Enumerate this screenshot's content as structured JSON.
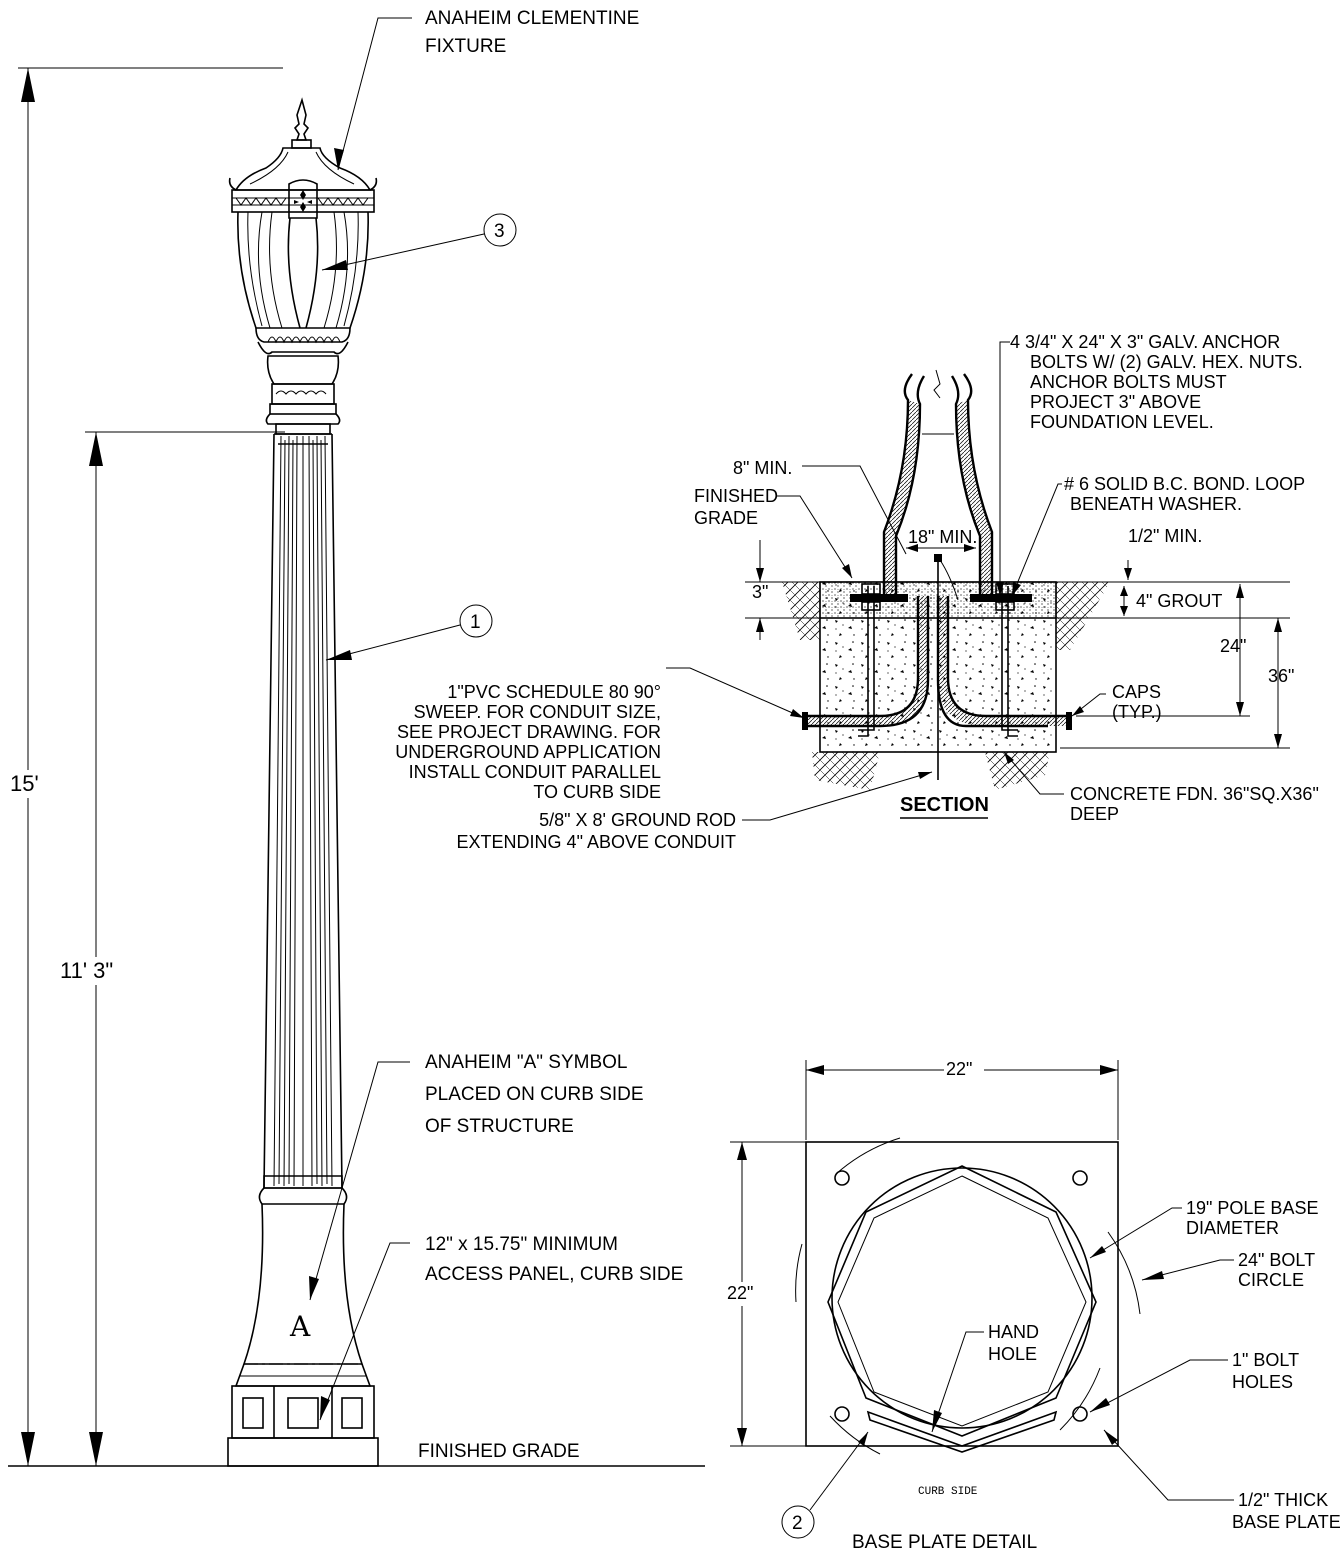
{
  "pole_elevation": {
    "fixture_label_1": "ANAHEIM CLEMENTINE",
    "fixture_label_2": "FIXTURE",
    "callout_1": "1",
    "callout_3": "3",
    "dim_overall": "15'",
    "dim_shaft": "11' 3\"",
    "symbol_label_1": "ANAHEIM \"A\" SYMBOL",
    "symbol_label_2": "PLACED ON CURB SIDE",
    "symbol_label_3": "OF STRUCTURE",
    "symbol_glyph": "A",
    "panel_label_1": "12\" x 15.75\" MINIMUM",
    "panel_label_2": "ACCESS PANEL, CURB SIDE",
    "finished_grade": "FINISHED GRADE"
  },
  "section": {
    "title": "SECTION",
    "anchor_note": [
      "4 3/4\" X 24\" X 3\" GALV. ANCHOR",
      "BOLTS W/ (2) GALV. HEX. NUTS.",
      "ANCHOR BOLTS MUST",
      "PROJECT 3\" ABOVE",
      "FOUNDATION LEVEL."
    ],
    "bond_note": [
      "# 6 SOLID B.C. BOND.  LOOP",
      "BENEATH WASHER."
    ],
    "min_8": "8\" MIN.",
    "finished_grade": [
      "FINISHED",
      "GRADE"
    ],
    "min_18": "18\" MIN.",
    "min_half": "1/2\" MIN.",
    "dim_3": "3\"",
    "grout": "4\" GROUT",
    "dim_24": "24\"",
    "dim_36": "36\"",
    "caps": [
      "CAPS",
      "(TYP.)"
    ],
    "pvc_note": [
      "1\"PVC SCHEDULE 80  90°",
      "SWEEP. FOR CONDUIT SIZE,",
      "SEE PROJECT DRAWING. FOR",
      "UNDERGROUND APPLICATION",
      "INSTALL CONDUIT PARALLEL",
      "TO CURB SIDE"
    ],
    "concrete_note": [
      "CONCRETE FDN. 36\"SQ.X36\"",
      "DEEP"
    ],
    "ground_rod": [
      "5/8\" X 8' GROUND ROD",
      "EXTENDING 4\" ABOVE CONDUIT"
    ]
  },
  "base_plate": {
    "dim_width": "22\"",
    "dim_height": "22\"",
    "pole_base": [
      "19\" POLE BASE",
      "DIAMETER"
    ],
    "bolt_circle": [
      "24\" BOLT",
      "CIRCLE"
    ],
    "hand_hole": [
      "HAND",
      "HOLE"
    ],
    "bolt_holes": [
      "1\" BOLT",
      "HOLES"
    ],
    "thick_plate": [
      "1/2\" THICK",
      "BASE PLATE"
    ],
    "curb_side": "CURB SIDE",
    "callout_2": "2",
    "title": "BASE PLATE DETAIL"
  }
}
